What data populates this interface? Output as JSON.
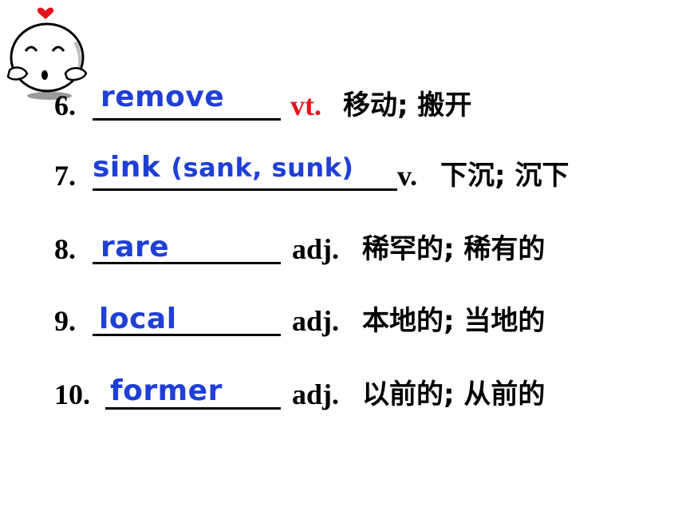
{
  "items": [
    {
      "num": "6.",
      "answer": "remove",
      "pos": "vt.",
      "pos_color": "#e3141b",
      "meaning": "移动; 搬开"
    },
    {
      "num": "7.",
      "answer_main": "sink",
      "answer_paren": "(sank, sunk)",
      "pos": "v.",
      "pos_color": "#000000",
      "meaning": "下沉; 沉下"
    },
    {
      "num": "8.",
      "answer": "rare",
      "pos": "adj.",
      "pos_color": "#000000",
      "meaning": "稀罕的; 稀有的"
    },
    {
      "num": "9.",
      "answer": "local",
      "pos": "adj.",
      "pos_color": "#000000",
      "meaning": "本地的; 当地的"
    },
    {
      "num": "10.",
      "answer": "former",
      "pos": "adj.",
      "pos_color": "#000000",
      "meaning": "以前的; 从前的"
    }
  ],
  "colors": {
    "answer": "#1f3fd6",
    "highlight": "#e3141b"
  },
  "icons": {
    "mascot": "smiley-mascot-icon",
    "heart": "heart-icon"
  }
}
